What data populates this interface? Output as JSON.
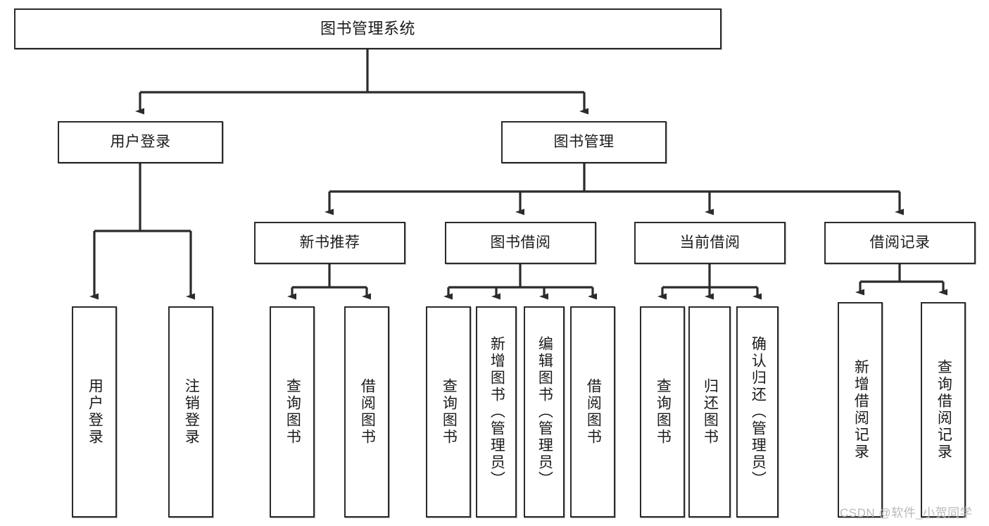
{
  "diagram": {
    "type": "tree-hierarchy-chart",
    "title_node": {
      "label": "图书管理系统"
    },
    "level1": [
      {
        "id": "user-login",
        "label": "用户登录"
      },
      {
        "id": "book-management",
        "label": "图书管理"
      }
    ],
    "level2": [
      {
        "id": "new-book-recommend",
        "label": "新书推荐",
        "parent": "book-management"
      },
      {
        "id": "book-borrow",
        "label": "图书借阅",
        "parent": "book-management"
      },
      {
        "id": "current-borrow",
        "label": "当前借阅",
        "parent": "book-management"
      },
      {
        "id": "borrow-record",
        "label": "借阅记录",
        "parent": "book-management"
      }
    ],
    "leaves": [
      {
        "id": "leaf-user-login",
        "label": "用户登录",
        "parent": "user-login"
      },
      {
        "id": "leaf-logout-login",
        "label": "注销登录",
        "parent": "user-login"
      },
      {
        "id": "leaf-query-book-1",
        "label": "查询图书",
        "parent": "new-book-recommend"
      },
      {
        "id": "leaf-borrow-book-1",
        "label": "借阅图书",
        "parent": "new-book-recommend"
      },
      {
        "id": "leaf-query-book-2",
        "label": "查询图书",
        "parent": "book-borrow"
      },
      {
        "id": "leaf-add-book",
        "label": "新增图书（管理员）",
        "parent": "book-borrow"
      },
      {
        "id": "leaf-edit-book",
        "label": "编辑图书（管理员）",
        "parent": "book-borrow"
      },
      {
        "id": "leaf-borrow-book-2",
        "label": "借阅图书",
        "parent": "book-borrow"
      },
      {
        "id": "leaf-query-book-3",
        "label": "查询图书",
        "parent": "current-borrow"
      },
      {
        "id": "leaf-return-book",
        "label": "归还图书",
        "parent": "current-borrow"
      },
      {
        "id": "leaf-confirm-return",
        "label": "确认归还（管理员）",
        "parent": "current-borrow"
      },
      {
        "id": "leaf-add-record",
        "label": "新增借阅记录",
        "parent": "borrow-record"
      },
      {
        "id": "leaf-query-record",
        "label": "查询借阅记录",
        "parent": "borrow-record"
      }
    ],
    "watermark": "CSDN @软件_小贺同学",
    "colors": {
      "stroke": "#2b2b2b",
      "background": "#ffffff",
      "text": "#1b1b1b",
      "watermark": "#b9b9b9"
    }
  }
}
